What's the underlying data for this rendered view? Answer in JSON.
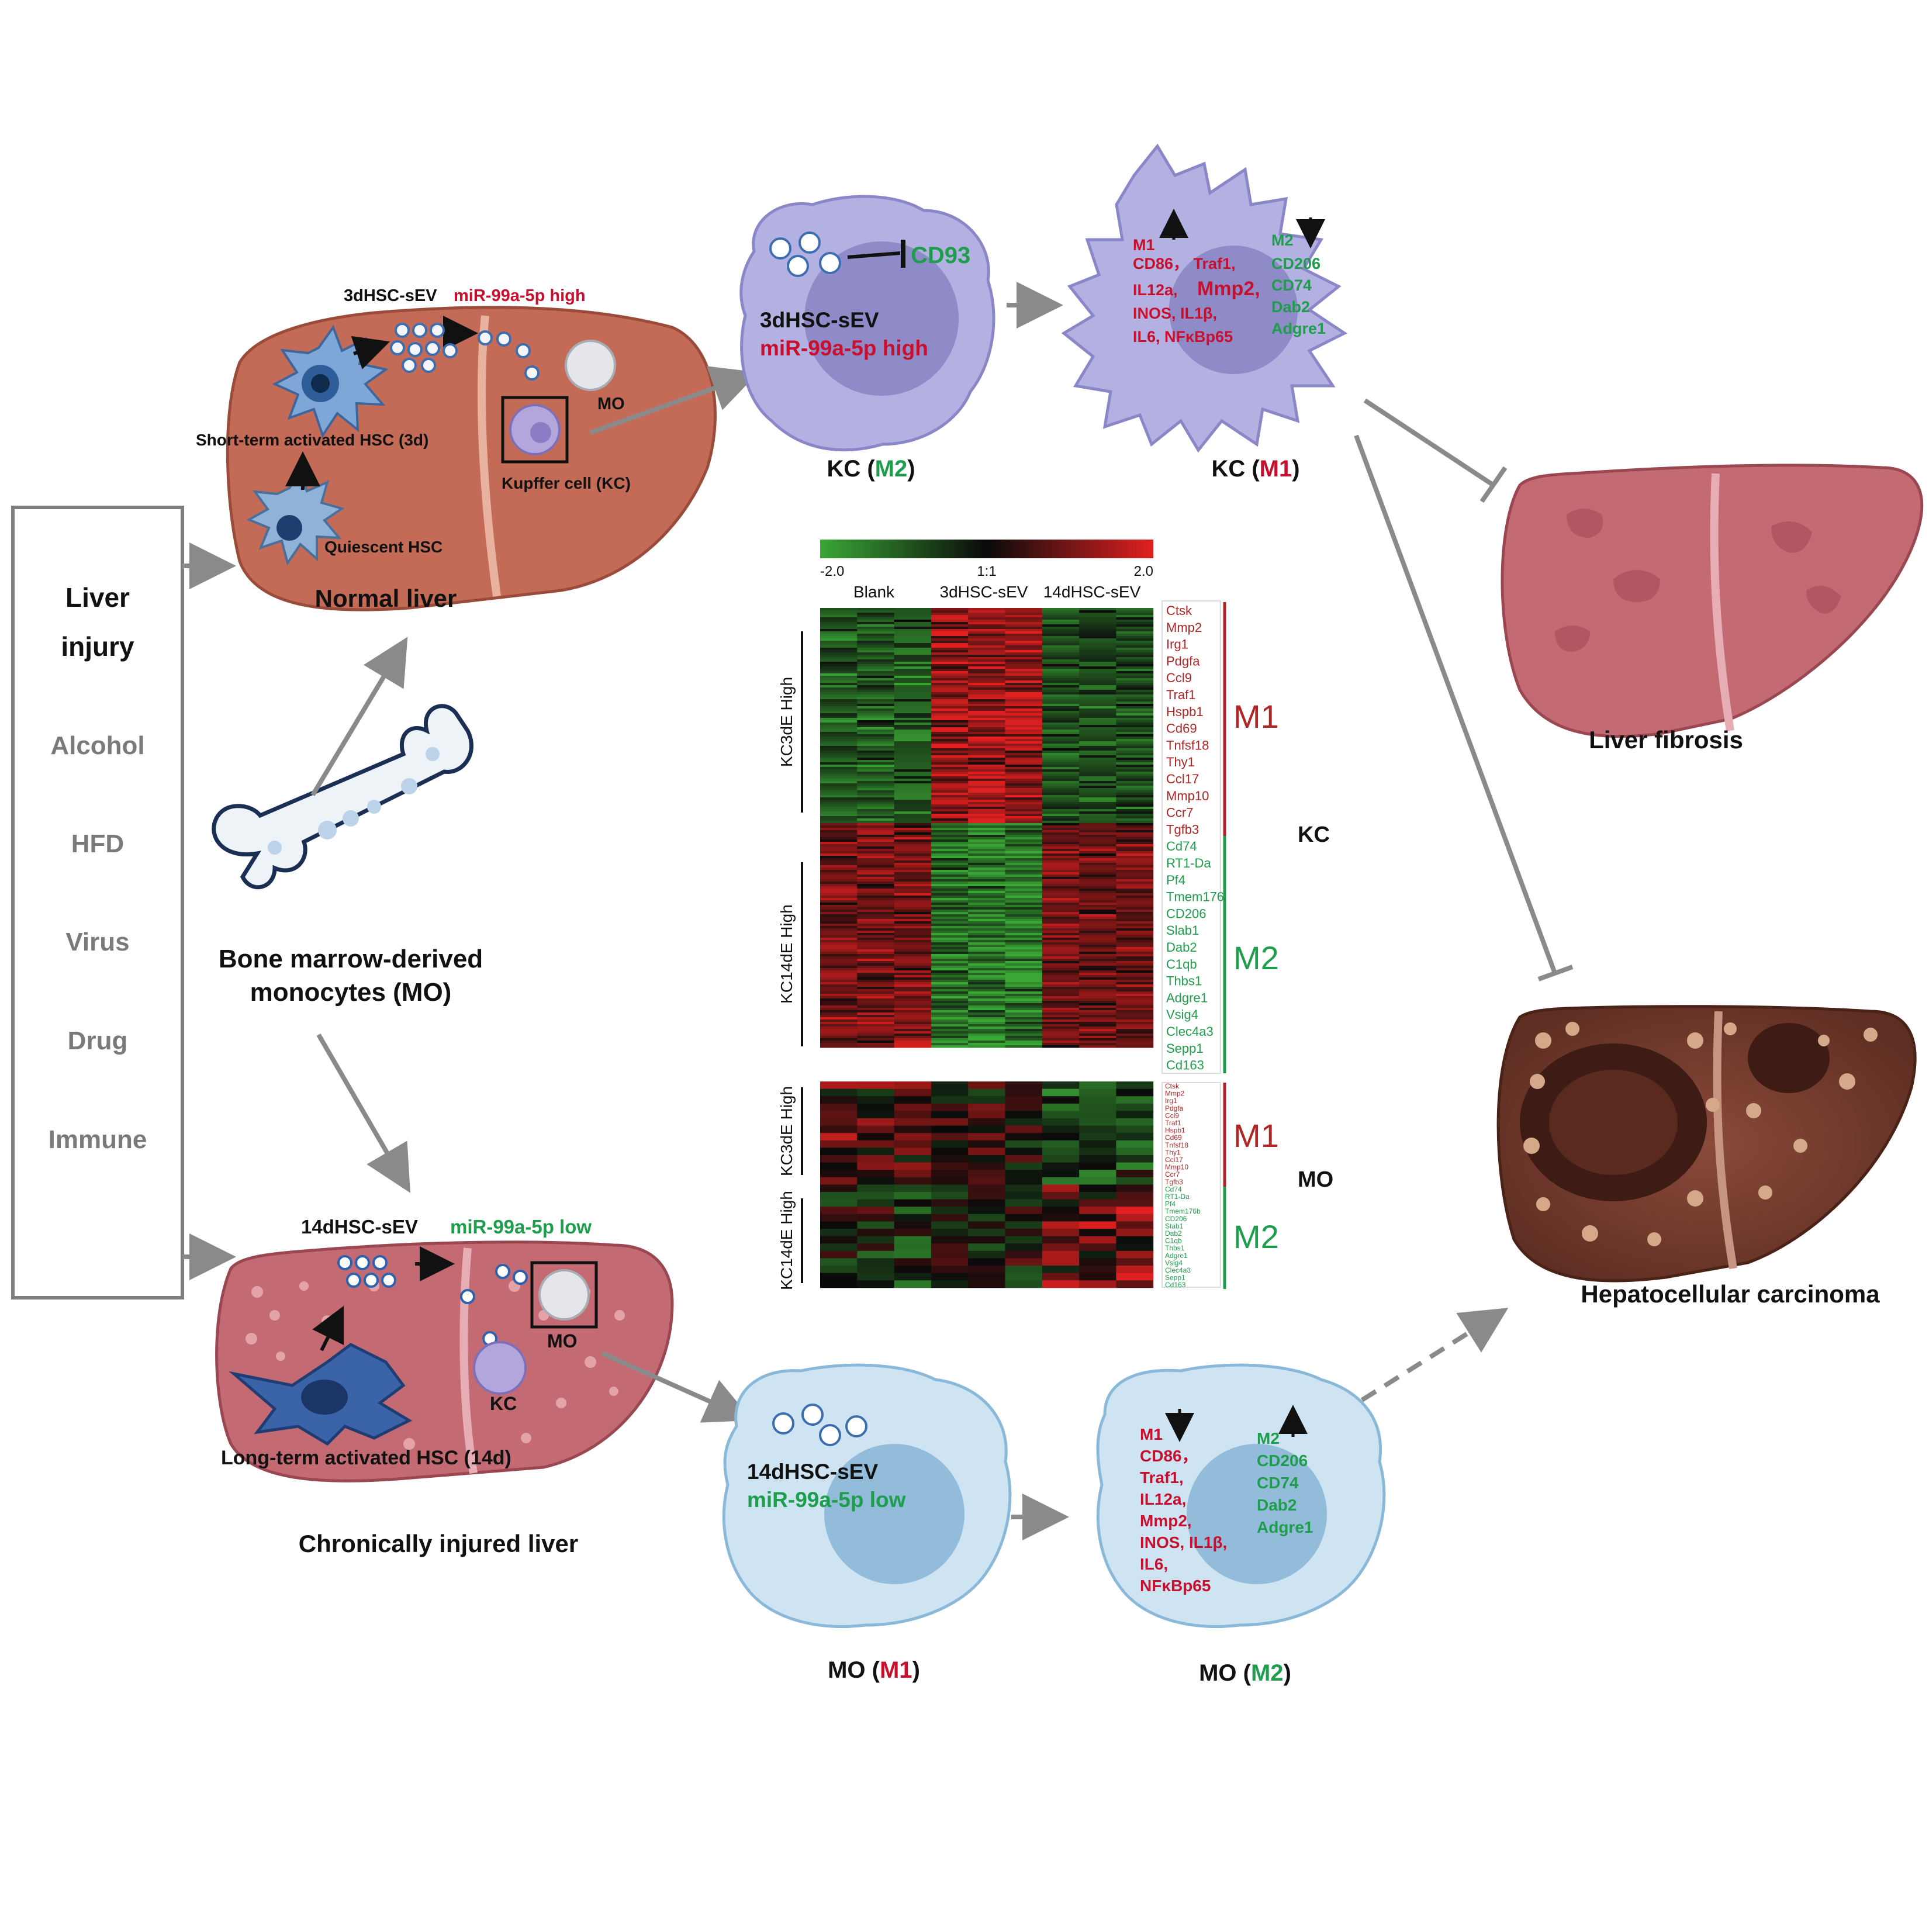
{
  "injury_box": {
    "title_line1": "Liver",
    "title_line2": "injury",
    "causes": [
      "Alcohol",
      "HFD",
      "Virus",
      "Drug",
      "Immune"
    ]
  },
  "normal_liver": {
    "sev_prefix": "3dHSC-sEV",
    "sev_mirna": "miR-99a-5p high",
    "short_term_hsc": "Short-term activated HSC (3d)",
    "quiescent_hsc": "Quiescent HSC",
    "kupffer": "Kupffer cell (KC)",
    "mo": "MO",
    "caption": "Normal liver"
  },
  "bone_marrow": {
    "line1": "Bone marrow-derived",
    "line2": "monocytes (MO)"
  },
  "injured_liver": {
    "sev_prefix": "14dHSC-sEV",
    "sev_mirna": "miR-99a-5p low",
    "mo": "MO",
    "kc": "KC",
    "long_term_hsc": "Long-term activated HSC (14d)",
    "caption": "Chronically injured liver"
  },
  "kc_m2_cell": {
    "cd93": "CD93",
    "sev": "3dHSC-sEV",
    "mirna": "miR-99a-5p high",
    "label_prefix": "KC (",
    "label_state": "M2",
    "label_suffix": ")"
  },
  "kc_m1_cell": {
    "m1": "M1",
    "m1_lines": [
      "CD86，  Traf1,",
      "IL12a,",
      "INOS, IL1β,",
      "IL6, NFκBp65"
    ],
    "mmp2": "Mmp2,",
    "m2": "M2",
    "m2_markers": [
      "CD206",
      "CD74",
      "Dab2",
      "Adgre1"
    ],
    "label_prefix": "KC (",
    "label_state": "M1",
    "label_suffix": ")"
  },
  "mo_m1_cell": {
    "sev": "14dHSC-sEV",
    "mirna": "miR-99a-5p low",
    "label_prefix": "MO (",
    "label_state": "M1",
    "label_suffix": ")"
  },
  "mo_m2_cell": {
    "m1": "M1",
    "m1_markers": [
      "CD86，",
      "Traf1,",
      "IL12a,",
      "Mmp2,",
      "INOS, IL1β,",
      "IL6,",
      "NFκBp65"
    ],
    "m2": "M2",
    "m2_markers": [
      "CD206",
      "CD74",
      "Dab2",
      "Adgre1"
    ],
    "label_prefix": "MO (",
    "label_state": "M2",
    "label_suffix": ")"
  },
  "outcomes": {
    "fibrosis": "Liver fibrosis",
    "hcc": "Hepatocellular carcinoma"
  },
  "heatmap": {
    "scale_min": "-2.0",
    "scale_mid": "1:1",
    "scale_max": "2.0",
    "columns": [
      "Blank",
      "3dHSC-sEV",
      "14dHSC-sEV"
    ],
    "kc_row_labels": [
      "KC3dE High",
      "KC14dE High"
    ],
    "mo_row_labels": [
      "KC3dE High",
      "KC14dE High"
    ],
    "m1_genes": [
      "Ctsk",
      "Mmp2",
      "Irg1",
      "Pdgfa",
      "Ccl9",
      "Traf1",
      "Hspb1",
      "Cd69",
      "Tnfsf18",
      "Thy1",
      "Ccl17",
      "Mmp10",
      "Ccr7",
      "Tgfb3"
    ],
    "m2_genes": [
      "Cd74",
      "RT1-Da",
      "Pf4",
      "Tmem176",
      "CD206",
      "Slab1",
      "Dab2",
      "C1qb",
      "Thbs1",
      "Adgre1",
      "Vsig4",
      "Clec4a3",
      "Sepp1",
      "Cd163"
    ],
    "mo_m2_genes": [
      "Cd74",
      "RT1-Da",
      "Pf4",
      "Tmem176b",
      "CD206",
      "Stab1",
      "Dab2",
      "C1qb",
      "Thbs1",
      "Adgre1",
      "Vsig4",
      "Clec4a3",
      "Sepp1",
      "Cd163"
    ],
    "group_m1": "M1",
    "group_m2": "M2",
    "panel_kc": "KC",
    "panel_mo": "MO",
    "colors": {
      "low": "#3aa635",
      "mid": "#0a0a0a",
      "high": "#e02020"
    }
  }
}
